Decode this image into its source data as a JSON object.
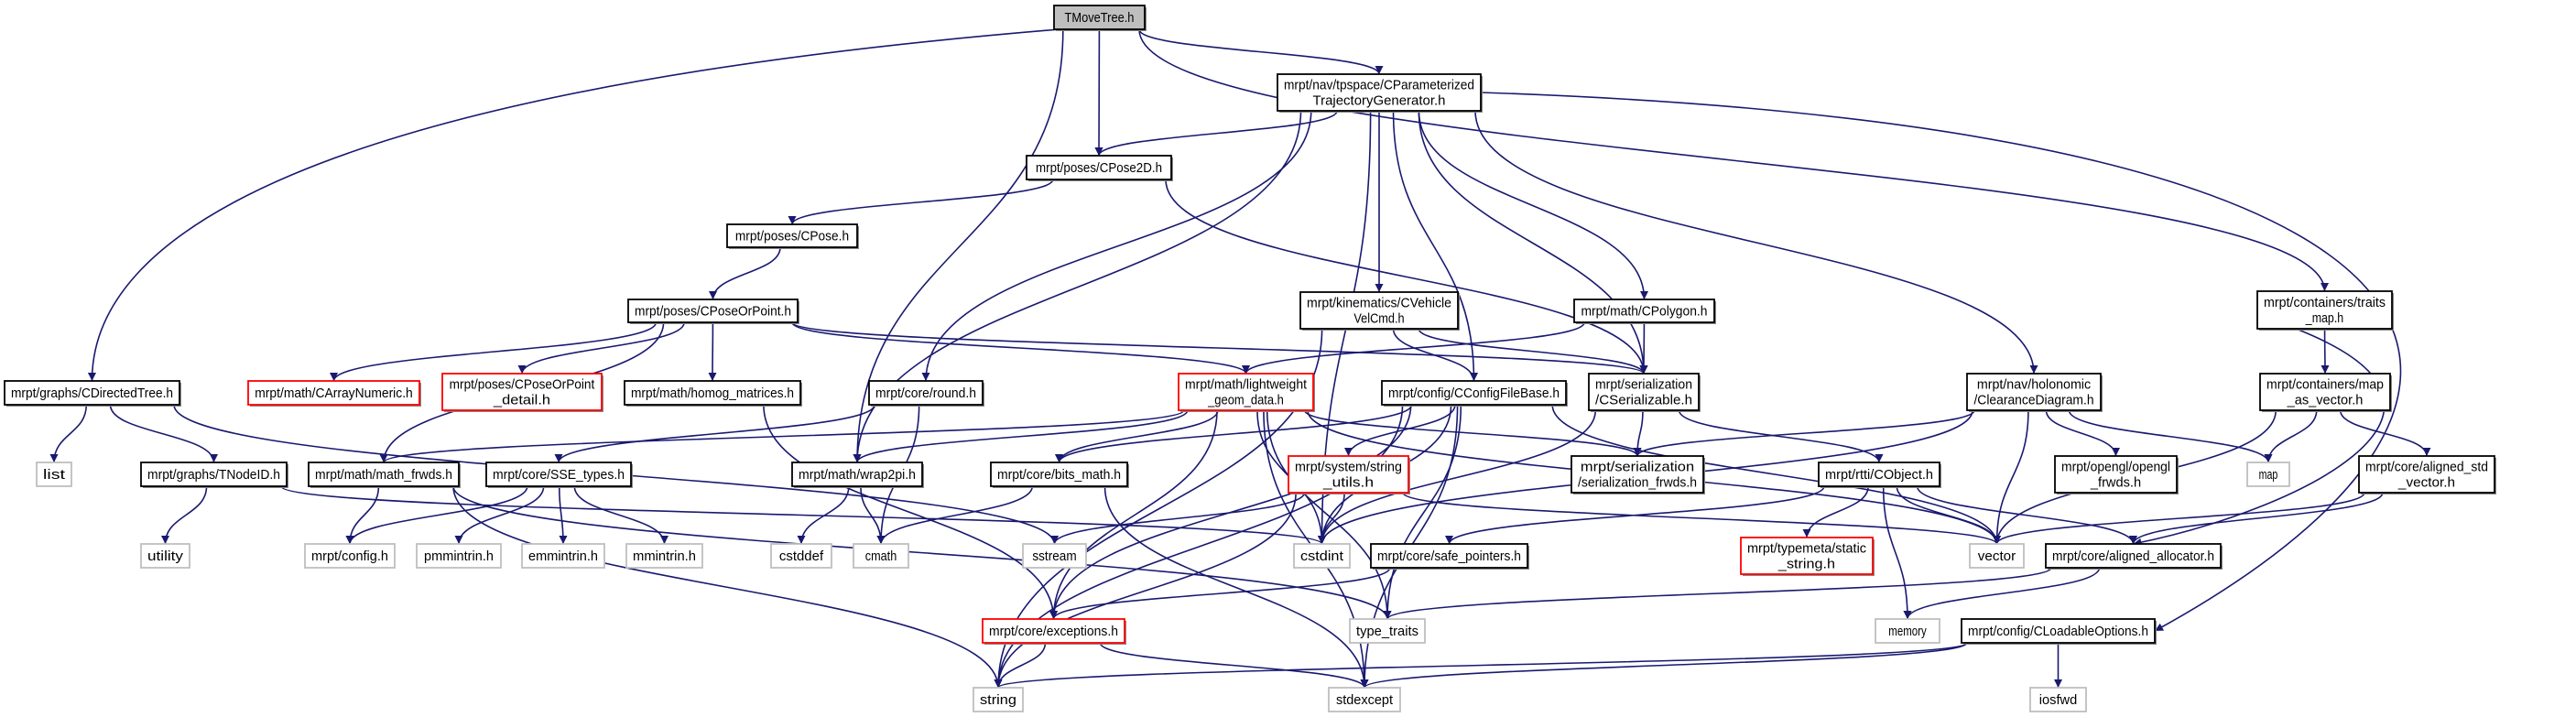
{
  "title": "TMoveTree.h include dependency graph",
  "colors": {
    "edge": "#191970",
    "root_fill": "#bfbfbf",
    "external_border": "#bfbfbf",
    "incomplete_border": "#ff0000",
    "node_border": "#000000"
  },
  "nodes": {
    "root": {
      "lines": [
        "TMoveTree.h"
      ],
      "kind": "root"
    },
    "cptg": {
      "lines": [
        "mrpt/nav/tpspace/CParameterized",
        "TrajectoryGenerator.h"
      ],
      "kind": "normal"
    },
    "cpose2d": {
      "lines": [
        "mrpt/poses/CPose2D.h"
      ],
      "kind": "normal"
    },
    "cpose": {
      "lines": [
        "mrpt/poses/CPose.h"
      ],
      "kind": "normal"
    },
    "cposeorpoint": {
      "lines": [
        "mrpt/poses/CPoseOrPoint.h"
      ],
      "kind": "normal"
    },
    "cvehicle": {
      "lines": [
        "mrpt/kinematics/CVehicle",
        "VelCmd.h"
      ],
      "kind": "normal"
    },
    "cpolygon": {
      "lines": [
        "mrpt/math/CPolygon.h"
      ],
      "kind": "normal"
    },
    "traits_map": {
      "lines": [
        "mrpt/containers/traits",
        "_map.h"
      ],
      "kind": "normal"
    },
    "cdirectedtree": {
      "lines": [
        "mrpt/graphs/CDirectedTree.h"
      ],
      "kind": "normal"
    },
    "carraynumeric": {
      "lines": [
        "mrpt/math/CArrayNumeric.h"
      ],
      "kind": "red"
    },
    "cposeorpoint_detail": {
      "lines": [
        "mrpt/poses/CPoseOrPoint",
        "_detail.h"
      ],
      "kind": "red"
    },
    "homog": {
      "lines": [
        "mrpt/math/homog_matrices.h"
      ],
      "kind": "normal"
    },
    "round": {
      "lines": [
        "mrpt/core/round.h"
      ],
      "kind": "normal"
    },
    "lwgd": {
      "lines": [
        "mrpt/math/lightweight",
        "_geom_data.h"
      ],
      "kind": "red"
    },
    "configfilebase": {
      "lines": [
        "mrpt/config/CConfigFileBase.h"
      ],
      "kind": "normal"
    },
    "cserializable": {
      "lines": [
        "mrpt/serialization",
        "/CSerializable.h"
      ],
      "kind": "normal"
    },
    "clearance": {
      "lines": [
        "mrpt/nav/holonomic",
        "/ClearanceDiagram.h"
      ],
      "kind": "normal"
    },
    "map_as_vector": {
      "lines": [
        "mrpt/containers/map",
        "_as_vector.h"
      ],
      "kind": "normal"
    },
    "list": {
      "lines": [
        "list"
      ],
      "kind": "ext"
    },
    "tnodeid": {
      "lines": [
        "mrpt/graphs/TNodeID.h"
      ],
      "kind": "normal"
    },
    "math_frwds": {
      "lines": [
        "mrpt/math/math_frwds.h"
      ],
      "kind": "normal"
    },
    "sse": {
      "lines": [
        "mrpt/core/SSE_types.h"
      ],
      "kind": "normal"
    },
    "wrap2pi": {
      "lines": [
        "mrpt/math/wrap2pi.h"
      ],
      "kind": "normal"
    },
    "bits_math": {
      "lines": [
        "mrpt/core/bits_math.h"
      ],
      "kind": "normal"
    },
    "string_utils": {
      "lines": [
        "mrpt/system/string",
        "_utils.h"
      ],
      "kind": "red"
    },
    "ser_frwds": {
      "lines": [
        "mrpt/serialization",
        "/serialization_frwds.h"
      ],
      "kind": "normal"
    },
    "cobject": {
      "lines": [
        "mrpt/rtti/CObject.h"
      ],
      "kind": "normal"
    },
    "opengl_frwds": {
      "lines": [
        "mrpt/opengl/opengl",
        "_frwds.h"
      ],
      "kind": "normal"
    },
    "map": {
      "lines": [
        "map"
      ],
      "kind": "ext"
    },
    "aligned_std": {
      "lines": [
        "mrpt/core/aligned_std",
        "_vector.h"
      ],
      "kind": "normal"
    },
    "utility": {
      "lines": [
        "utility"
      ],
      "kind": "ext"
    },
    "config": {
      "lines": [
        "mrpt/config.h"
      ],
      "kind": "ext"
    },
    "pmm": {
      "lines": [
        "pmmintrin.h"
      ],
      "kind": "ext"
    },
    "emm": {
      "lines": [
        "emmintrin.h"
      ],
      "kind": "ext"
    },
    "mmi": {
      "lines": [
        "mmintrin.h"
      ],
      "kind": "ext"
    },
    "cstddef": {
      "lines": [
        "cstddef"
      ],
      "kind": "ext"
    },
    "cmath": {
      "lines": [
        "cmath"
      ],
      "kind": "ext"
    },
    "sstream": {
      "lines": [
        "sstream"
      ],
      "kind": "ext"
    },
    "cstdint": {
      "lines": [
        "cstdint"
      ],
      "kind": "ext"
    },
    "safe_ptrs": {
      "lines": [
        "mrpt/core/safe_pointers.h"
      ],
      "kind": "normal"
    },
    "static_string": {
      "lines": [
        "mrpt/typemeta/static",
        "_string.h"
      ],
      "kind": "red"
    },
    "vector": {
      "lines": [
        "vector"
      ],
      "kind": "ext"
    },
    "aligned_alloc": {
      "lines": [
        "mrpt/core/aligned_allocator.h"
      ],
      "kind": "normal"
    },
    "exceptions": {
      "lines": [
        "mrpt/core/exceptions.h"
      ],
      "kind": "red"
    },
    "type_traits": {
      "lines": [
        "type_traits"
      ],
      "kind": "ext"
    },
    "memory": {
      "lines": [
        "memory"
      ],
      "kind": "ext"
    },
    "cloadable": {
      "lines": [
        "mrpt/config/CLoadableOptions.h"
      ],
      "kind": "normal"
    },
    "string": {
      "lines": [
        "string"
      ],
      "kind": "ext"
    },
    "stdexcept": {
      "lines": [
        "stdexcept"
      ],
      "kind": "ext"
    },
    "iosfwd": {
      "lines": [
        "iosfwd"
      ],
      "kind": "ext"
    }
  },
  "edges": [
    [
      "root",
      "cptg"
    ],
    [
      "root",
      "cpose2d"
    ],
    [
      "root",
      "traits_map"
    ],
    [
      "root",
      "cdirectedtree"
    ],
    [
      "root",
      "wrap2pi"
    ],
    [
      "cptg",
      "cpose2d"
    ],
    [
      "cptg",
      "round"
    ],
    [
      "cptg",
      "wrap2pi"
    ],
    [
      "cptg",
      "cstdint"
    ],
    [
      "cptg",
      "cvehicle"
    ],
    [
      "cptg",
      "configfilebase"
    ],
    [
      "cptg",
      "cpolygon"
    ],
    [
      "cptg",
      "cserializable"
    ],
    [
      "cptg",
      "clearance"
    ],
    [
      "cptg",
      "cloadable"
    ],
    [
      "cpose2d",
      "cpose"
    ],
    [
      "cpose2d",
      "cserializable"
    ],
    [
      "cpose",
      "cposeorpoint"
    ],
    [
      "cposeorpoint",
      "carraynumeric"
    ],
    [
      "cposeorpoint",
      "cposeorpoint_detail"
    ],
    [
      "cposeorpoint",
      "homog"
    ],
    [
      "cposeorpoint",
      "math_frwds"
    ],
    [
      "cposeorpoint",
      "lwgd"
    ],
    [
      "cposeorpoint",
      "cserializable"
    ],
    [
      "cdirectedtree",
      "list"
    ],
    [
      "cdirectedtree",
      "tnodeid"
    ],
    [
      "cdirectedtree",
      "sstream"
    ],
    [
      "cvehicle",
      "configfilebase"
    ],
    [
      "cvehicle",
      "cserializable"
    ],
    [
      "cvehicle",
      "string"
    ],
    [
      "cpolygon",
      "lwgd"
    ],
    [
      "cpolygon",
      "cserializable"
    ],
    [
      "traits_map",
      "map_as_vector"
    ],
    [
      "traits_map",
      "aligned_alloc"
    ],
    [
      "homog",
      "exceptions"
    ],
    [
      "round",
      "cmath"
    ],
    [
      "round",
      "sse"
    ],
    [
      "lwgd",
      "math_frwds"
    ],
    [
      "lwgd",
      "wrap2pi"
    ],
    [
      "lwgd",
      "bits_math"
    ],
    [
      "lwgd",
      "exceptions"
    ],
    [
      "lwgd",
      "type_traits"
    ],
    [
      "lwgd",
      "ser_frwds"
    ],
    [
      "lwgd",
      "vector"
    ],
    [
      "lwgd",
      "stdexcept"
    ],
    [
      "lwgd",
      "cstdint"
    ],
    [
      "configfilebase",
      "bits_math"
    ],
    [
      "configfilebase",
      "string_utils"
    ],
    [
      "configfilebase",
      "exceptions"
    ],
    [
      "configfilebase",
      "string"
    ],
    [
      "configfilebase",
      "type_traits"
    ],
    [
      "configfilebase",
      "stdexcept"
    ],
    [
      "configfilebase",
      "vector"
    ],
    [
      "configfilebase",
      "cstdint"
    ],
    [
      "cserializable",
      "ser_frwds"
    ],
    [
      "cserializable",
      "cobject"
    ],
    [
      "cserializable",
      "cstdint"
    ],
    [
      "clearance",
      "ser_frwds"
    ],
    [
      "clearance",
      "cstdint"
    ],
    [
      "clearance",
      "opengl_frwds"
    ],
    [
      "clearance",
      "map"
    ],
    [
      "clearance",
      "vector"
    ],
    [
      "map_as_vector",
      "map"
    ],
    [
      "map_as_vector",
      "vector"
    ],
    [
      "map_as_vector",
      "aligned_std"
    ],
    [
      "tnodeid",
      "utility"
    ],
    [
      "tnodeid",
      "cstdint"
    ],
    [
      "math_frwds",
      "config"
    ],
    [
      "math_frwds",
      "string"
    ],
    [
      "math_frwds",
      "type_traits"
    ],
    [
      "sse",
      "config"
    ],
    [
      "sse",
      "pmm"
    ],
    [
      "sse",
      "emm"
    ],
    [
      "sse",
      "mmi"
    ],
    [
      "wrap2pi",
      "cstddef"
    ],
    [
      "wrap2pi",
      "cmath"
    ],
    [
      "bits_math",
      "cmath"
    ],
    [
      "bits_math",
      "stdexcept"
    ],
    [
      "string_utils",
      "sstream"
    ],
    [
      "string_utils",
      "cstdint"
    ],
    [
      "string_utils",
      "string"
    ],
    [
      "string_utils",
      "vector"
    ],
    [
      "cobject",
      "static_string"
    ],
    [
      "cobject",
      "memory"
    ],
    [
      "cobject",
      "vector"
    ],
    [
      "cobject",
      "aligned_alloc"
    ],
    [
      "cobject",
      "safe_ptrs"
    ],
    [
      "aligned_std",
      "vector"
    ],
    [
      "aligned_std",
      "aligned_alloc"
    ],
    [
      "safe_ptrs",
      "exceptions"
    ],
    [
      "exceptions",
      "string"
    ],
    [
      "exceptions",
      "stdexcept"
    ],
    [
      "aligned_alloc",
      "memory"
    ],
    [
      "aligned_alloc",
      "type_traits"
    ],
    [
      "cloadable",
      "iosfwd"
    ],
    [
      "cloadable",
      "string"
    ],
    [
      "cloadable",
      "stdexcept"
    ]
  ]
}
